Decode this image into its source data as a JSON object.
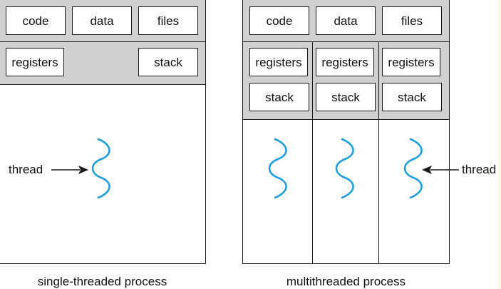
{
  "single": {
    "shared": [
      "code",
      "data",
      "files"
    ],
    "registers": "registers",
    "stack": "stack",
    "thread_label": "thread",
    "caption": "single-threaded process"
  },
  "multi": {
    "shared": [
      "code",
      "data",
      "files"
    ],
    "threads": [
      {
        "registers": "registers",
        "stack": "stack"
      },
      {
        "registers": "registers",
        "stack": "stack"
      },
      {
        "registers": "registers",
        "stack": "stack"
      }
    ],
    "thread_label": "thread",
    "caption": "multithreaded process"
  },
  "colors": {
    "shared_area": "#d0d0d0",
    "thread_squiggle": "#1e9fe0",
    "border": "#1a1a1a"
  }
}
